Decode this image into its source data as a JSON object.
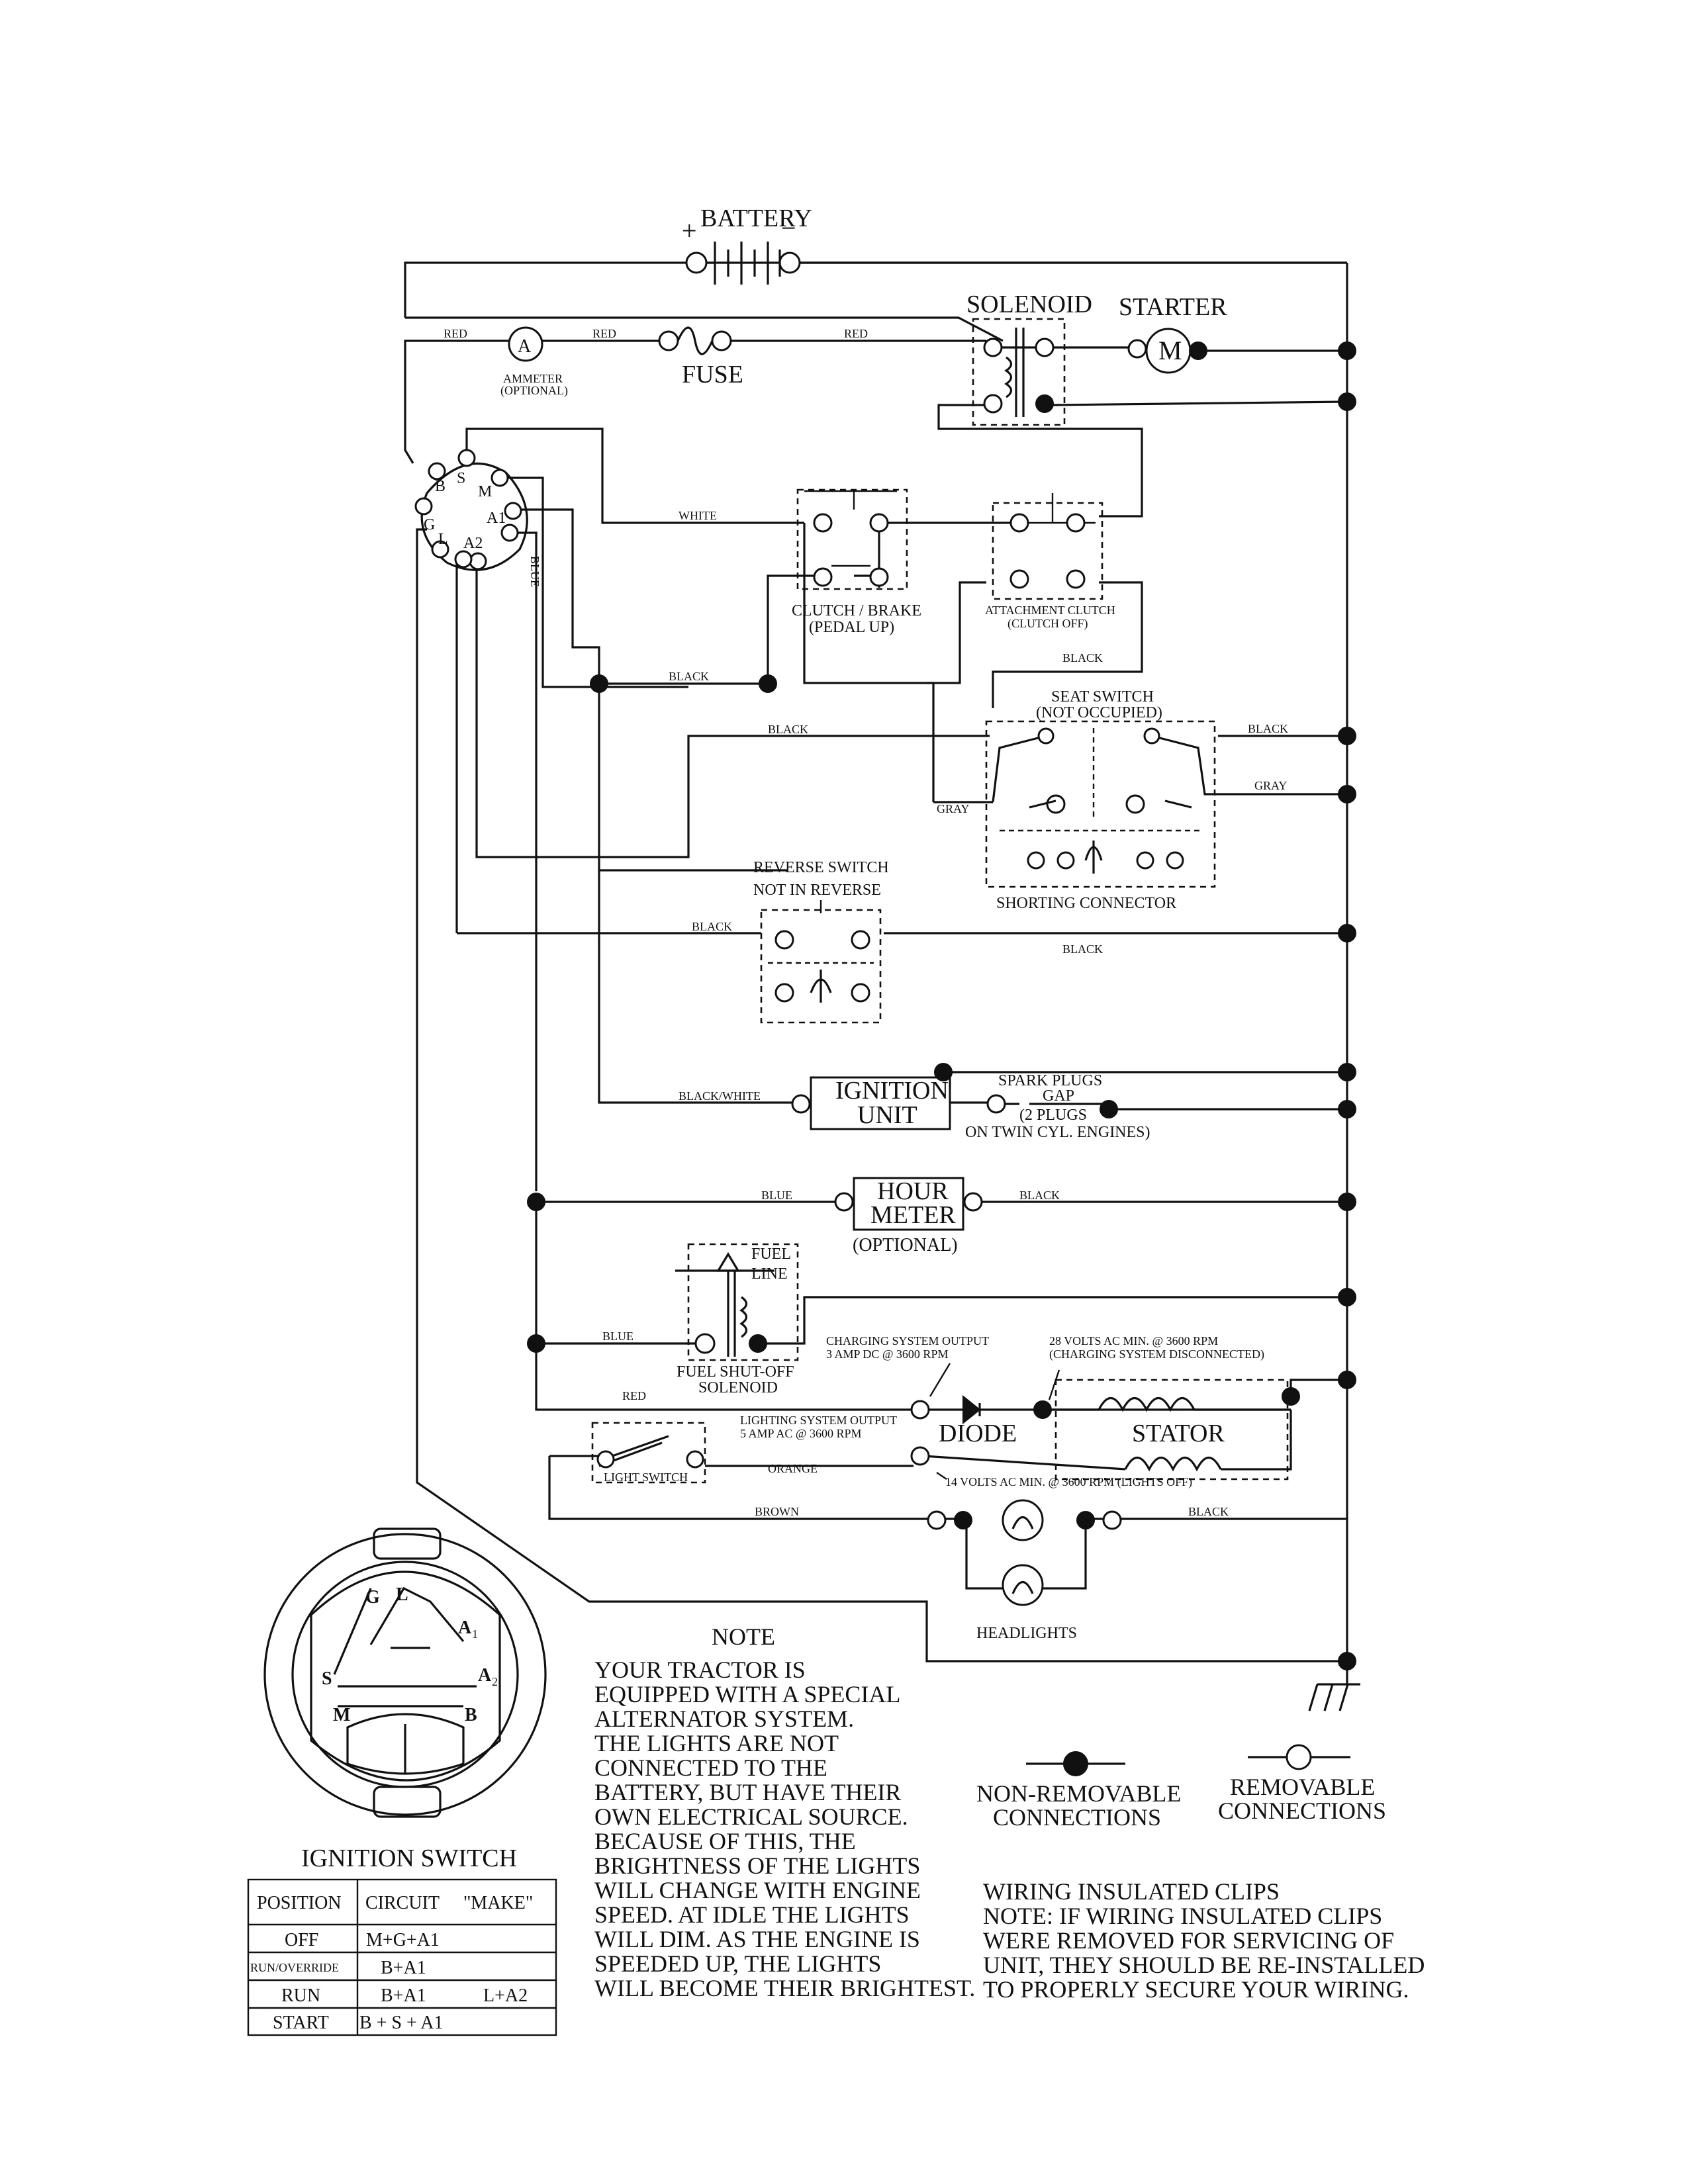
{
  "components": {
    "battery": "BATTERY",
    "solenoid": "SOLENOID",
    "starter": "STARTER",
    "starter_symbol": "M",
    "ammeter_symbol": "A",
    "ammeter": "AMMETER",
    "ammeter_note": "(OPTIONAL)",
    "fuse": "FUSE",
    "clutch_brake_1": "CLUTCH / BRAKE",
    "clutch_brake_2": "(PEDAL UP)",
    "attachment_clutch_1": "ATTACHMENT CLUTCH",
    "attachment_clutch_2": "(CLUTCH OFF)",
    "seat_switch_1": "SEAT SWITCH",
    "seat_switch_2": "(NOT OCCUPIED)",
    "shorting_connector": "SHORTING CONNECTOR",
    "reverse_switch_1": "REVERSE SWITCH",
    "reverse_switch_2": "NOT IN REVERSE",
    "ignition_unit_1": "IGNITION",
    "ignition_unit_2": "UNIT",
    "spark_plugs_1": "SPARK PLUGS",
    "spark_plugs_2": "GAP",
    "spark_plugs_3": "(2 PLUGS",
    "spark_plugs_4": "ON TWIN CYL. ENGINES)",
    "hour_meter_1": "HOUR",
    "hour_meter_2": "METER",
    "hour_meter_3": "(OPTIONAL)",
    "fuel_line_1": "FUEL",
    "fuel_line_2": "LINE",
    "fuel_solenoid_1": "FUEL SHUT-OFF",
    "fuel_solenoid_2": "SOLENOID",
    "charging_output_1": "CHARGING SYSTEM OUTPUT",
    "charging_output_2": "3 AMP DC @ 3600 RPM",
    "volts28_1": "28 VOLTS AC MIN. @ 3600 RPM",
    "volts28_2": "(CHARGING SYSTEM DISCONNECTED)",
    "diode": "DIODE",
    "stator": "STATOR",
    "lighting_output_1": "LIGHTING SYSTEM OUTPUT",
    "lighting_output_2": "5 AMP AC @ 3600 RPM",
    "volts14": "14 VOLTS AC MIN. @ 3600 RPM (LIGHTS OFF)",
    "light_switch": "LIGHT SWITCH",
    "headlights": "HEADLIGHTS"
  },
  "wires": {
    "red": "RED",
    "white": "WHITE",
    "blue": "BLUE",
    "black": "BLACK",
    "gray": "GRAY",
    "black_white": "BLACK/WHITE",
    "orange": "ORANGE",
    "brown": "BROWN"
  },
  "ignition_pins": {
    "B": "B",
    "S": "S",
    "M": "M",
    "G": "G",
    "A1": "A1",
    "L": "L",
    "A2": "A2"
  },
  "ignition_switch": {
    "title": "IGNITION SWITCH",
    "face_labels": {
      "G": "G",
      "L": "L",
      "A1": "A",
      "A1_sub": "1",
      "A2": "A",
      "A2_sub": "2",
      "S": "S",
      "M": "M",
      "B": "B"
    },
    "headers": [
      "POSITION",
      "CIRCUIT",
      "\"MAKE\""
    ],
    "rows": [
      {
        "position": "OFF",
        "circuit": "M+G+A1",
        "extra": ""
      },
      {
        "position": "RUN/OVERRIDE",
        "circuit": "B+A1",
        "extra": ""
      },
      {
        "position": "RUN",
        "circuit": "B+A1",
        "extra": "L+A2"
      },
      {
        "position": "START",
        "circuit": "B + S + A1",
        "extra": ""
      }
    ]
  },
  "note": {
    "title": "NOTE",
    "lines": [
      "YOUR TRACTOR IS",
      "EQUIPPED WITH A SPECIAL",
      "ALTERNATOR SYSTEM.",
      "THE LIGHTS ARE NOT",
      "CONNECTED TO THE",
      "BATTERY, BUT HAVE THEIR",
      "OWN ELECTRICAL SOURCE.",
      "BECAUSE OF THIS, THE",
      "BRIGHTNESS OF THE LIGHTS",
      "WILL CHANGE WITH ENGINE",
      "SPEED.  AT IDLE THE LIGHTS",
      "WILL DIM.  AS THE ENGINE IS",
      "SPEEDED UP, THE LIGHTS",
      "WILL BECOME THEIR BRIGHTEST."
    ]
  },
  "legend": {
    "non_removable_1": "NON-REMOVABLE",
    "non_removable_2": "CONNECTIONS",
    "removable_1": "REMOVABLE",
    "removable_2": "CONNECTIONS"
  },
  "clips_note": {
    "lines": [
      "WIRING INSULATED CLIPS",
      "NOTE:  IF WIRING INSULATED CLIPS",
      "WERE REMOVED FOR SERVICING OF",
      "UNIT, THEY SHOULD BE RE-INSTALLED",
      "TO PROPERLY SECURE YOUR WIRING."
    ]
  }
}
